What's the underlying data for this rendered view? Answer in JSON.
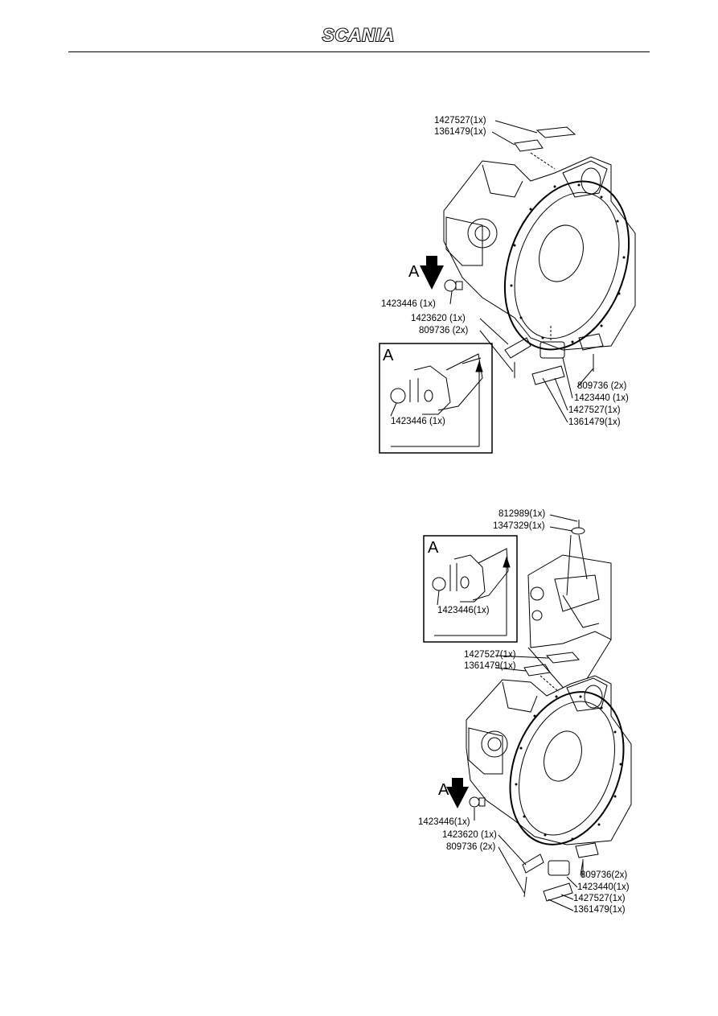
{
  "header": {
    "logo_text": "SCANIA"
  },
  "figure_top": {
    "arrow_label": "A",
    "detail": {
      "letter": "A",
      "label": "1423446 (1x)"
    },
    "labels": [
      "1427527(1x)",
      "1361479(1x)",
      "1423446 (1x)",
      "1423620 (1x)",
      "809736 (2x)",
      "809736 (2x)",
      "1423440 (1x)",
      "1427527(1x)",
      "1361479(1x)"
    ]
  },
  "figure_bottom": {
    "arrow_label": "A",
    "detail": {
      "letter": "A",
      "label": "1423446(1x)"
    },
    "labels": [
      "812989(1x)",
      "1347329(1x)",
      "1427527(1x)",
      "1361479(1x)",
      "1423446(1x)",
      "1423620 (1x)",
      "809736 (2x)",
      "809736(2x)",
      "1423440(1x)",
      "1427527(1x)",
      "1361479(1x)"
    ]
  }
}
